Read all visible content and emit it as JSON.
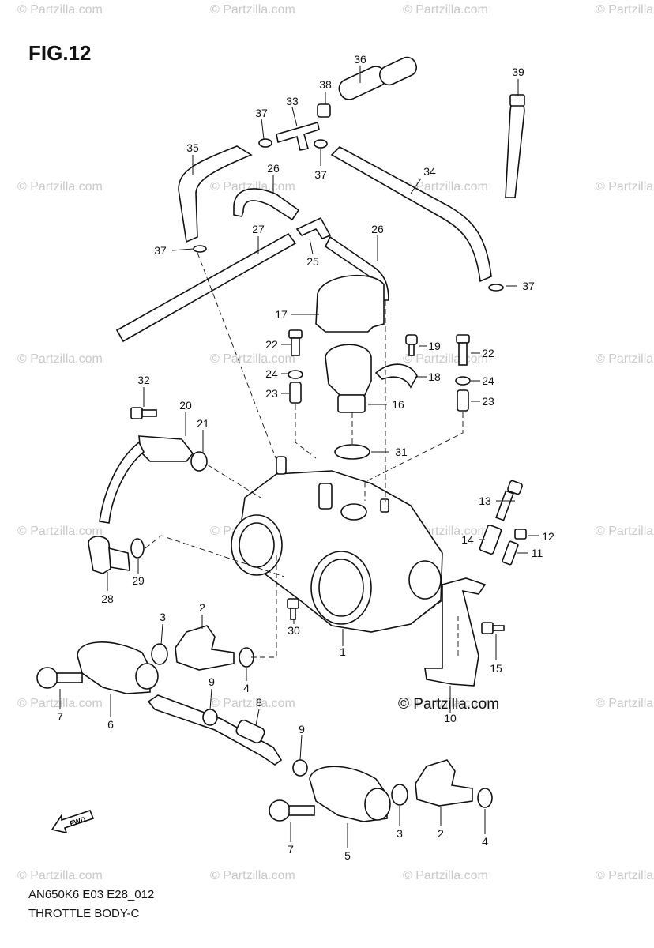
{
  "figure": {
    "title": "FIG.12",
    "code": "AN650K6 E03 E28_012",
    "subtitle": "THROTTLE BODY-C",
    "copyright": "© Partzilla.com",
    "watermark": "© Partzilla.com",
    "fwd_label": "FWD"
  },
  "callouts": [
    {
      "id": "c1",
      "label": "1"
    },
    {
      "id": "c2a",
      "label": "2"
    },
    {
      "id": "c2b",
      "label": "2"
    },
    {
      "id": "c3a",
      "label": "3"
    },
    {
      "id": "c3b",
      "label": "3"
    },
    {
      "id": "c4a",
      "label": "4"
    },
    {
      "id": "c4b",
      "label": "4"
    },
    {
      "id": "c5",
      "label": "5"
    },
    {
      "id": "c6",
      "label": "6"
    },
    {
      "id": "c7a",
      "label": "7"
    },
    {
      "id": "c7b",
      "label": "7"
    },
    {
      "id": "c8",
      "label": "8"
    },
    {
      "id": "c9a",
      "label": "9"
    },
    {
      "id": "c9b",
      "label": "9"
    },
    {
      "id": "c10",
      "label": "10"
    },
    {
      "id": "c11",
      "label": "11"
    },
    {
      "id": "c12",
      "label": "12"
    },
    {
      "id": "c13",
      "label": "13"
    },
    {
      "id": "c14",
      "label": "14"
    },
    {
      "id": "c15",
      "label": "15"
    },
    {
      "id": "c16",
      "label": "16"
    },
    {
      "id": "c17",
      "label": "17"
    },
    {
      "id": "c18",
      "label": "18"
    },
    {
      "id": "c19",
      "label": "19"
    },
    {
      "id": "c20",
      "label": "20"
    },
    {
      "id": "c21",
      "label": "21"
    },
    {
      "id": "c22a",
      "label": "22"
    },
    {
      "id": "c22b",
      "label": "22"
    },
    {
      "id": "c23a",
      "label": "23"
    },
    {
      "id": "c23b",
      "label": "23"
    },
    {
      "id": "c24a",
      "label": "24"
    },
    {
      "id": "c24b",
      "label": "24"
    },
    {
      "id": "c25",
      "label": "25"
    },
    {
      "id": "c26a",
      "label": "26"
    },
    {
      "id": "c26b",
      "label": "26"
    },
    {
      "id": "c27",
      "label": "27"
    },
    {
      "id": "c28",
      "label": "28"
    },
    {
      "id": "c29",
      "label": "29"
    },
    {
      "id": "c30",
      "label": "30"
    },
    {
      "id": "c31",
      "label": "31"
    },
    {
      "id": "c32",
      "label": "32"
    },
    {
      "id": "c33",
      "label": "33"
    },
    {
      "id": "c34",
      "label": "34"
    },
    {
      "id": "c35",
      "label": "35"
    },
    {
      "id": "c36",
      "label": "36"
    },
    {
      "id": "c37a",
      "label": "37"
    },
    {
      "id": "c37b",
      "label": "37"
    },
    {
      "id": "c37c",
      "label": "37"
    },
    {
      "id": "c37d",
      "label": "37"
    },
    {
      "id": "c38",
      "label": "38"
    },
    {
      "id": "c39",
      "label": "39"
    }
  ]
}
